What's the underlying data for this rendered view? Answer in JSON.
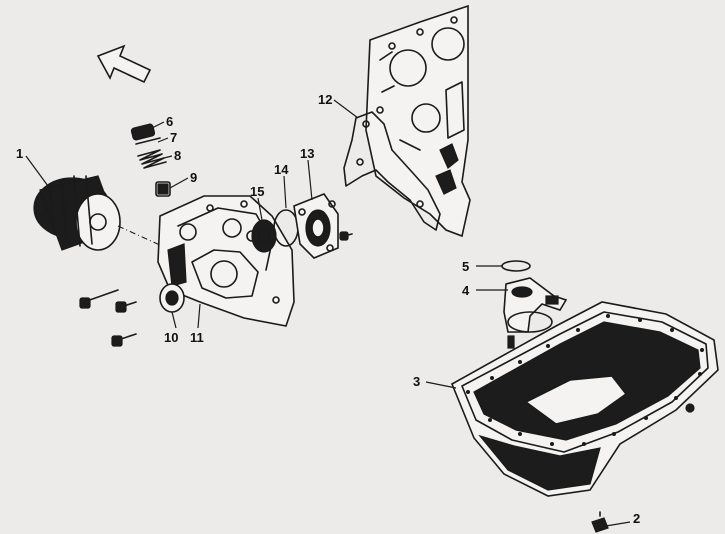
{
  "diagram": {
    "callouts": [
      {
        "id": "1",
        "text": "1"
      },
      {
        "id": "2",
        "text": "2"
      },
      {
        "id": "3",
        "text": "3"
      },
      {
        "id": "4",
        "text": "4"
      },
      {
        "id": "5",
        "text": "5"
      },
      {
        "id": "6",
        "text": "6"
      },
      {
        "id": "7",
        "text": "7"
      },
      {
        "id": "8",
        "text": "8"
      },
      {
        "id": "9",
        "text": "9"
      },
      {
        "id": "10",
        "text": "10"
      },
      {
        "id": "11",
        "text": "11"
      },
      {
        "id": "12",
        "text": "12"
      },
      {
        "id": "13",
        "text": "13"
      },
      {
        "id": "14",
        "text": "14"
      },
      {
        "id": "15",
        "text": "15"
      }
    ],
    "icons": {
      "direction": "arrow-up-left-icon"
    }
  }
}
